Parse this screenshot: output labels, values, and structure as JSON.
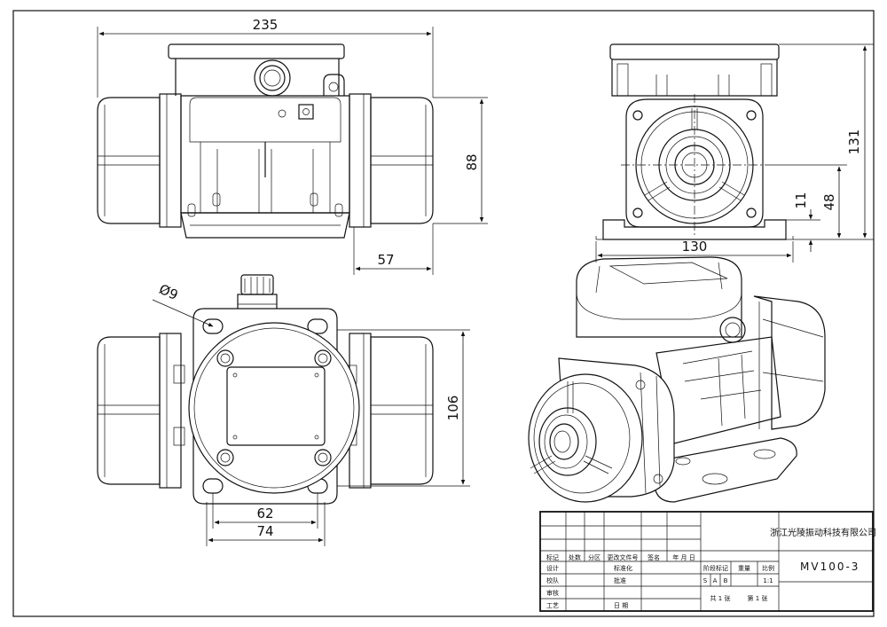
{
  "dimensions": {
    "width_total": "235",
    "height_top_view": "88",
    "offset": "57",
    "height_side": "131",
    "center_height": "48",
    "base_thickness": "11",
    "base_width": "130",
    "hole_diameter": "Ø9",
    "height_bottom_view": "106",
    "hole_spacing_inner": "62",
    "hole_spacing_outer": "74"
  },
  "title_block": {
    "company": "浙江光陵振动科技有限公司",
    "model": "MV100-3",
    "headers": [
      "标记",
      "处数",
      "分区",
      "更改文件号",
      "签名",
      "年 月 日"
    ],
    "rows": [
      {
        "c1": "设计",
        "c2": "标准化"
      },
      {
        "c1": "校队",
        "c2": "批准"
      },
      {
        "c1": "审核",
        "c2": ""
      },
      {
        "c1": "工艺",
        "c2": "日 期"
      }
    ],
    "stage_label": "阶段标记",
    "weight_label": "重量",
    "scale_label": "比例",
    "stage_s": "S",
    "stage_a": "A",
    "stage_b": "B",
    "scale_value": "1:1",
    "sheets_total": "共 1 张",
    "sheet_no": "第 1 张"
  }
}
